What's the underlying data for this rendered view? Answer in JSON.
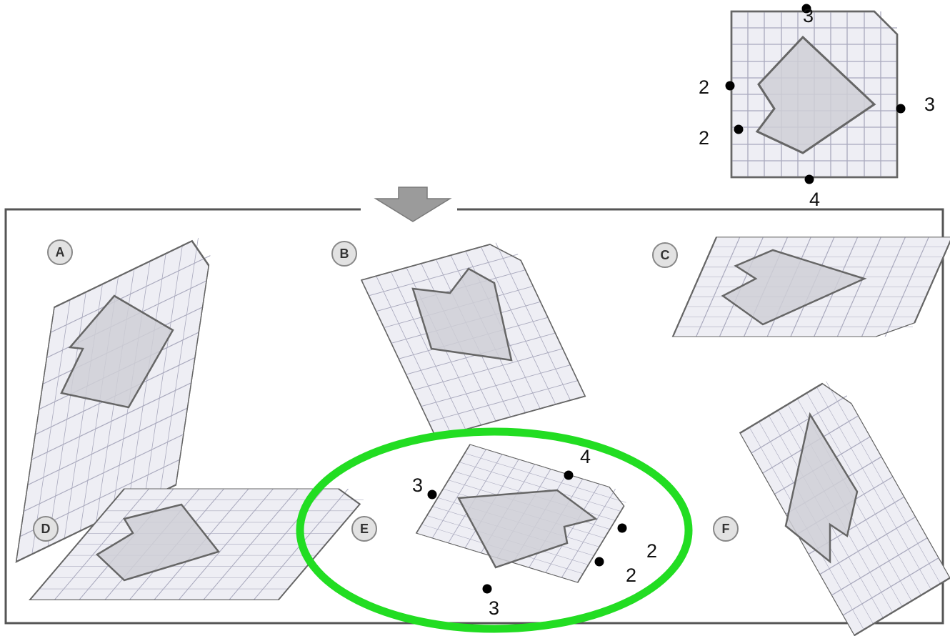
{
  "reference_figure": {
    "edge_marks": [
      {
        "edge": "top",
        "label": "3"
      },
      {
        "edge": "left-upper",
        "label": "2"
      },
      {
        "edge": "left-lower",
        "label": "2"
      },
      {
        "edge": "right",
        "label": "3"
      },
      {
        "edge": "bottom",
        "label": "4"
      }
    ]
  },
  "options": [
    {
      "letter": "A"
    },
    {
      "letter": "B"
    },
    {
      "letter": "C"
    },
    {
      "letter": "D"
    },
    {
      "letter": "E",
      "selected": true
    },
    {
      "letter": "F"
    }
  ],
  "answer_marks": [
    {
      "label": "3"
    },
    {
      "label": "4"
    },
    {
      "label": "2"
    },
    {
      "label": "2"
    },
    {
      "label": "3"
    }
  ],
  "colors": {
    "selection_ellipse": "#22dd22",
    "grid_fill": "#eeeef4",
    "grid_line": "#a9a9bd",
    "shape_fill": "#cfcfd6",
    "outline": "#666666",
    "frame": "#555555",
    "arrow": "#9b9b9b"
  }
}
